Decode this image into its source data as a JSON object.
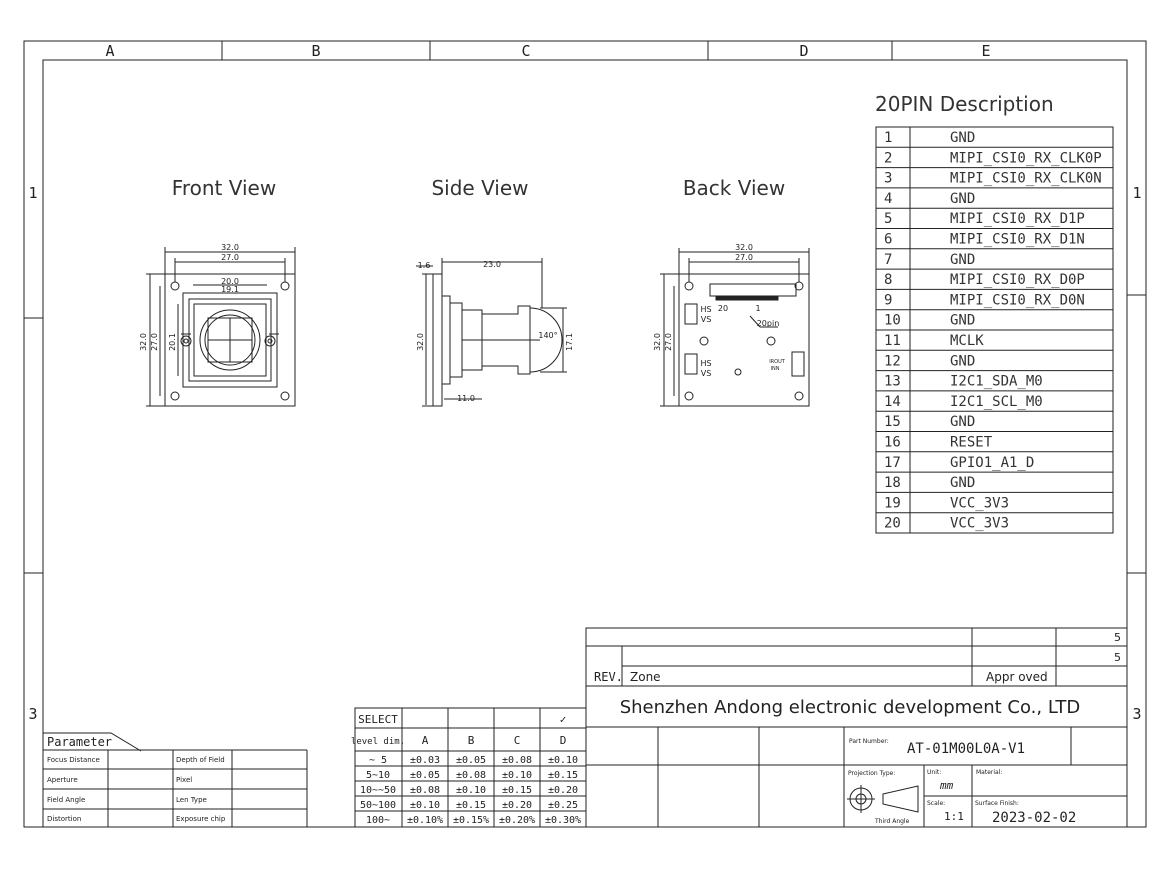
{
  "frame": {
    "columns": [
      "A",
      "B",
      "C",
      "D",
      "E"
    ],
    "rows_left": [
      "1",
      "3"
    ],
    "rows_right": [
      "1",
      "3"
    ]
  },
  "views": {
    "front": "Front View",
    "side": "Side View",
    "back": "Back View"
  },
  "dims": {
    "front": {
      "w32": "32.0",
      "w27": "27.0",
      "w20": "20.0",
      "w19": "19.1",
      "h32": "32.0",
      "h27": "27.0",
      "h20": "20.1"
    },
    "side": {
      "d16": "1.6",
      "d23": "23.0",
      "h32": "32.0",
      "d11": "11.0",
      "ang": "140°",
      "h17": "17.1"
    },
    "back": {
      "w32": "32.0",
      "w27": "27.0",
      "h32": "32.0",
      "h27": "27.0",
      "p20": "20",
      "p1": "1",
      "pin": "20pin",
      "hs": "HS",
      "vs": "VS",
      "iout": "IROUT",
      "inn": "INN"
    }
  },
  "pin_table": {
    "title": "20PIN Description",
    "rows": [
      {
        "n": "1",
        "name": "GND"
      },
      {
        "n": "2",
        "name": "MIPI_CSI0_RX_CLK0P"
      },
      {
        "n": "3",
        "name": "MIPI_CSI0_RX_CLK0N"
      },
      {
        "n": "4",
        "name": "GND"
      },
      {
        "n": "5",
        "name": "MIPI_CSI0_RX_D1P"
      },
      {
        "n": "6",
        "name": "MIPI_CSI0_RX_D1N"
      },
      {
        "n": "7",
        "name": "GND"
      },
      {
        "n": "8",
        "name": "MIPI_CSI0_RX_D0P"
      },
      {
        "n": "9",
        "name": "MIPI_CSI0_RX_D0N"
      },
      {
        "n": "10",
        "name": "GND"
      },
      {
        "n": "11",
        "name": "MCLK"
      },
      {
        "n": "12",
        "name": "GND"
      },
      {
        "n": "13",
        "name": "I2C1_SDA_M0"
      },
      {
        "n": "14",
        "name": "I2C1_SCL_M0"
      },
      {
        "n": "15",
        "name": "GND"
      },
      {
        "n": "16",
        "name": "RESET"
      },
      {
        "n": "17",
        "name": "GPIO1_A1_D"
      },
      {
        "n": "18",
        "name": "GND"
      },
      {
        "n": "19",
        "name": "VCC_3V3"
      },
      {
        "n": "20",
        "name": "VCC_3V3"
      }
    ]
  },
  "parameter_table": {
    "title": "Parameter",
    "rows": [
      [
        "Focus Distance",
        "Depth of Field"
      ],
      [
        "Aperture",
        "Pixel"
      ],
      [
        "Field Angle",
        "Len Type"
      ],
      [
        "Distortion",
        "Exposure chip"
      ]
    ]
  },
  "tolerance_table": {
    "header": [
      "SELECT",
      "",
      "",
      "",
      "✓"
    ],
    "subheader": [
      "level dim.",
      "A",
      "B",
      "C",
      "D"
    ],
    "rows": [
      [
        "~ 5",
        "±0.03",
        "±0.05",
        "±0.08",
        "±0.10"
      ],
      [
        "5~10",
        "±0.05",
        "±0.08",
        "±0.10",
        "±0.15"
      ],
      [
        "10~~50",
        "±0.08",
        "±0.10",
        "±0.15",
        "±0.20"
      ],
      [
        "50~100",
        "±0.10",
        "±0.15",
        "±0.20",
        "±0.25"
      ],
      [
        "100~",
        "±0.10%",
        "±0.15%",
        "±0.20%",
        "±0.30%"
      ]
    ]
  },
  "title_block": {
    "rev_numbers": [
      "5",
      "5"
    ],
    "rev": "REV.",
    "zone": "Zone",
    "approved": "Appr oved",
    "company": "Shenzhen Andong electronic development Co., LTD",
    "part_number_label": "Part Number:",
    "part_number": "AT-01M00L0A-V1",
    "projection_label": "Projection Type:",
    "projection_value": "Third Angle",
    "unit_label": "Unit:",
    "unit_value": "mm",
    "material_label": "Material:",
    "scale_label": "Scale:",
    "scale_value": "1:1",
    "surface_label": "Surface Finish:",
    "date": "2023-02-02"
  }
}
